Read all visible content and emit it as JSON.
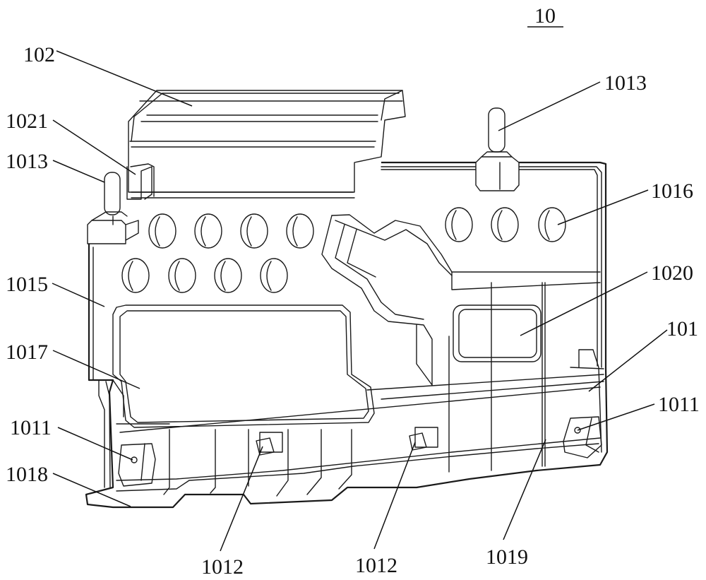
{
  "figure": {
    "number": "10",
    "description": "Perspective line drawing of a panel assembly with reference numerals"
  },
  "labels": [
    {
      "id": "label-102",
      "text": "102",
      "part": "upper cover"
    },
    {
      "id": "label-1021",
      "text": "1021",
      "part": "clip on upper cover"
    },
    {
      "id": "label-1013-left",
      "text": "1013",
      "part": "locating pin (left)"
    },
    {
      "id": "label-1013-right",
      "text": "1013",
      "part": "locating pin (top)"
    },
    {
      "id": "label-1016",
      "text": "1016",
      "part": "boss array"
    },
    {
      "id": "label-1015",
      "text": "1015",
      "part": "panel face"
    },
    {
      "id": "label-1020",
      "text": "1020",
      "part": "small window"
    },
    {
      "id": "label-101",
      "text": "101",
      "part": "main body"
    },
    {
      "id": "label-1017",
      "text": "1017",
      "part": "large window"
    },
    {
      "id": "label-1011-left",
      "text": "1011",
      "part": "mounting block (left)"
    },
    {
      "id": "label-1011-right",
      "text": "1011",
      "part": "mounting block (right)"
    },
    {
      "id": "label-1018",
      "text": "1018",
      "part": "bottom flange"
    },
    {
      "id": "label-1012-left",
      "text": "1012",
      "part": "connector (left)"
    },
    {
      "id": "label-1012-right",
      "text": "1012",
      "part": "connector (right)"
    },
    {
      "id": "label-1019",
      "text": "1019",
      "part": "rib"
    }
  ]
}
